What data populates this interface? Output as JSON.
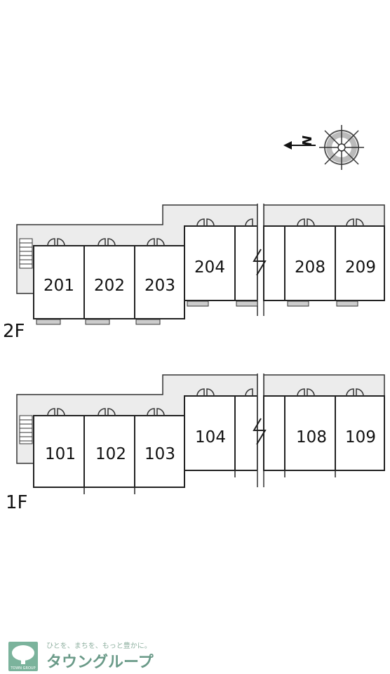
{
  "floors": [
    {
      "label": "2F",
      "rooms": [
        "201",
        "202",
        "203",
        "204",
        "208",
        "209"
      ]
    },
    {
      "label": "1F",
      "rooms": [
        "101",
        "102",
        "103",
        "104",
        "108",
        "109"
      ]
    }
  ],
  "compass": {
    "letter": "N"
  },
  "logo": {
    "tagline": "ひとを、まちを、もっと豊かに。",
    "name": "タウングループ",
    "mini": "TOWN GROUP"
  },
  "colors": {
    "corridor": "#ececec",
    "line": "#333333",
    "logo_green": "#6aa890"
  }
}
